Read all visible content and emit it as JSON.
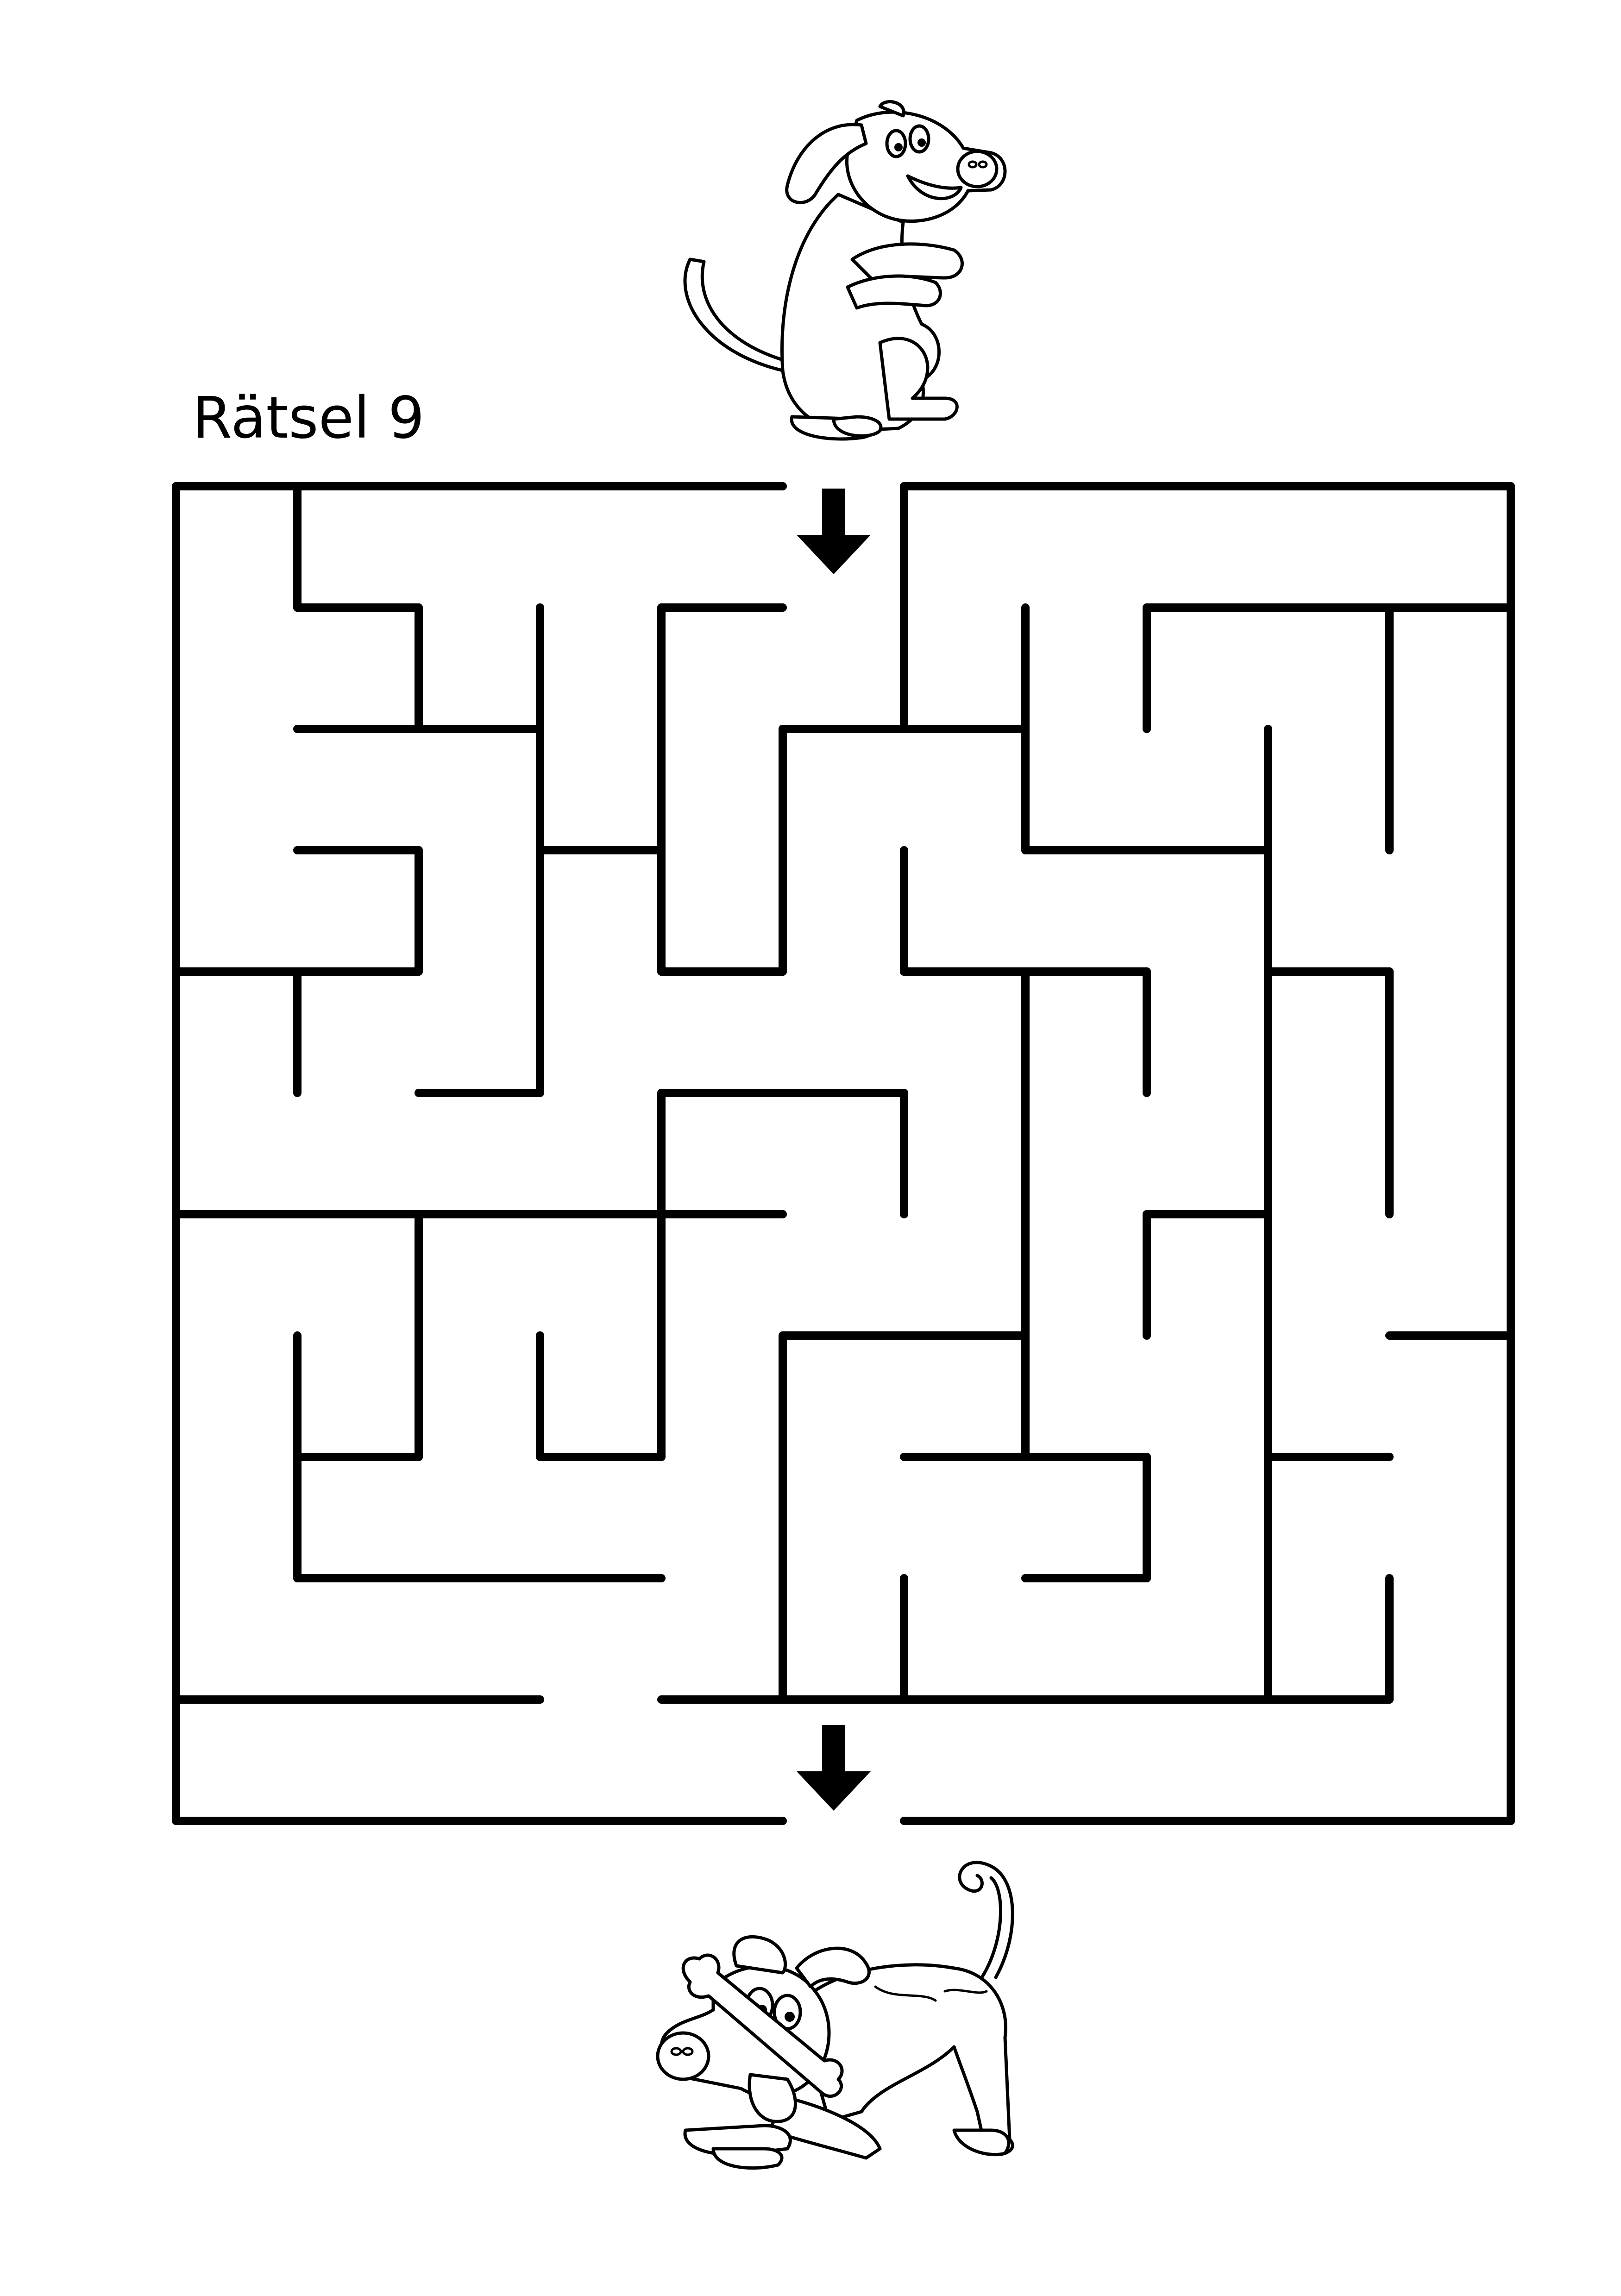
{
  "puzzle": {
    "title": "Rätsel 9"
  },
  "maze": {
    "grid": {
      "columns": 11,
      "rows": 11
    },
    "entrance": {
      "side": "top",
      "column": 5
    },
    "exit": {
      "side": "bottom",
      "column": 5
    },
    "walls": [
      [
        0,
        0,
        5,
        0
      ],
      [
        6,
        0,
        11,
        0
      ],
      [
        0,
        0,
        0,
        11
      ],
      [
        11,
        0,
        11,
        11
      ],
      [
        0,
        11,
        5,
        11
      ],
      [
        6,
        11,
        11,
        11
      ],
      [
        1,
        0,
        1,
        1
      ],
      [
        1,
        1,
        2,
        1
      ],
      [
        2,
        1,
        2,
        2
      ],
      [
        1,
        2,
        3,
        2
      ],
      [
        3,
        1,
        3,
        3
      ],
      [
        4,
        1,
        5,
        1
      ],
      [
        4,
        1,
        4,
        4
      ],
      [
        6,
        0,
        6,
        2
      ],
      [
        6,
        2,
        7,
        2
      ],
      [
        5,
        2,
        6,
        2
      ],
      [
        5,
        2,
        5,
        4
      ],
      [
        4,
        4,
        5,
        4
      ],
      [
        3,
        3,
        4,
        3
      ],
      [
        3,
        3,
        3,
        5
      ],
      [
        2,
        5,
        3,
        5
      ],
      [
        1,
        3,
        2,
        3
      ],
      [
        2,
        3,
        2,
        4
      ],
      [
        0,
        4,
        2,
        4
      ],
      [
        1,
        4,
        1,
        5
      ],
      [
        7,
        1,
        7,
        3
      ],
      [
        7,
        3,
        9,
        3
      ],
      [
        8,
        1,
        11,
        1
      ],
      [
        8,
        1,
        8,
        2
      ],
      [
        10,
        1,
        10,
        3
      ],
      [
        9,
        2,
        9,
        10
      ],
      [
        6,
        3,
        6,
        4
      ],
      [
        6,
        4,
        8,
        4
      ],
      [
        8,
        4,
        8,
        5
      ],
      [
        7,
        4,
        7,
        8
      ],
      [
        9,
        4,
        10,
        4
      ],
      [
        10,
        4,
        10,
        6
      ],
      [
        4,
        5,
        6,
        5
      ],
      [
        6,
        5,
        6,
        6
      ],
      [
        4,
        5,
        4,
        8
      ],
      [
        0,
        6,
        5,
        6
      ],
      [
        2,
        6,
        2,
        8
      ],
      [
        1,
        7,
        1,
        9
      ],
      [
        1,
        8,
        2,
        8
      ],
      [
        1,
        9,
        4,
        9
      ],
      [
        3,
        7,
        3,
        8
      ],
      [
        3,
        8,
        4,
        8
      ],
      [
        5,
        7,
        7,
        7
      ],
      [
        5,
        7,
        5,
        10
      ],
      [
        8,
        6,
        9,
        6
      ],
      [
        8,
        6,
        8,
        7
      ],
      [
        10,
        7,
        11,
        7
      ],
      [
        6,
        8,
        8,
        8
      ],
      [
        8,
        8,
        8,
        9
      ],
      [
        7,
        9,
        8,
        9
      ],
      [
        9,
        8,
        10,
        8
      ],
      [
        6,
        9,
        6,
        10
      ],
      [
        10,
        9,
        10,
        10
      ],
      [
        0,
        10,
        3,
        10
      ],
      [
        4,
        10,
        10,
        10
      ]
    ]
  },
  "illustrations": {
    "start": "sitting-begging-dog",
    "goal": "playful-dog-with-bone"
  },
  "icons": {
    "entrance": "arrow-down-icon",
    "exit": "arrow-down-icon"
  },
  "colors": {
    "ink": "#000000",
    "paper": "#ffffff"
  }
}
